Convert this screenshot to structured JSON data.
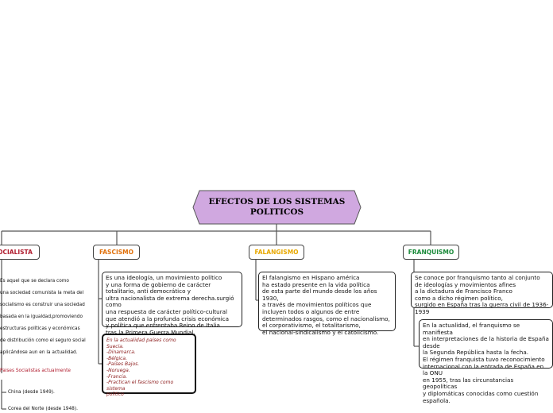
{
  "central": {
    "title": "EFECTOS DE LOS SISTEMAS\nPOLITICOS",
    "fill": "#d0a8e0"
  },
  "branches": [
    {
      "label": "OCIALISTA",
      "color": "#b01c2e"
    },
    {
      "label": "FASCISMO",
      "color": "#e0700a"
    },
    {
      "label": "FALANGISMO",
      "color": "#e8a800"
    },
    {
      "label": "FRANQUISMO",
      "color": "#1a8a3a"
    }
  ],
  "socialista": {
    "lines": [
      "Es aquel que se declara como",
      "una sociedad comunista la meta del",
      "socialismo es construir una sociedad",
      "basada en la igualdad,promoviendo",
      "estructuras políticas y económicas",
      "de distribución como el seguro social",
      "aplicándose aun en la actualidad."
    ],
    "paises_title": "Paises Socialistas actualmente",
    "paises": [
      "China (desde 1949).",
      "Corea del Norte (desde 1948)."
    ]
  },
  "fascismo": {
    "text": "Es una ideología, un movimiento político\n y una forma de gobierno de carácter\n totalitario, anti democrático y\nultra nacionalista de extrema derecha.surgió como\nuna respuesta de carácter político-cultural\n que atendió a la profunda crisis económica\n y política que enfrentaba Reino de Italia\n tras la Primera Guerra Mundial.",
    "actualidad": "En la actualidad países como\nSuecia.\n-Dinamarca.\n-Bélgica.\n-Países Bajos.\n-Noruega.\n -Francia.\n-Practican el fascismo como sistema\npolitico"
  },
  "falangismo": {
    "text": "El falangismo en Hispano américa\nha estado presente en la vida política\n de esta parte del mundo desde los años 1930,\n a través de movimientos políticos que\n incluyen todos o algunos de entre\n determinados rasgos, como el nacionalismo,\nel corporativismo, el totalitarismo,\nel nacional-sindicalismo y el catolicismo."
  },
  "franquismo": {
    "text": "Se conoce por franquismo tanto al conjunto\n de ideologías y movimientos afines\na la dictadura de Francisco Franco\ncomo a dicho régimen político,\nsurgido en España tras la guerra civil de 1936-1939",
    "actualidad": "En la actualidad, el franquismo se manifiesta\n en interpretaciones de la historia de España desde\nla Segunda República hasta la fecha.\nEl régimen franquista tuvo reconocimiento\n internacional con la entrada de España en la ONU\nen 1955, tras las circunstancias geopolíticas\n y diplomáticas conocidas como cuestión española."
  }
}
